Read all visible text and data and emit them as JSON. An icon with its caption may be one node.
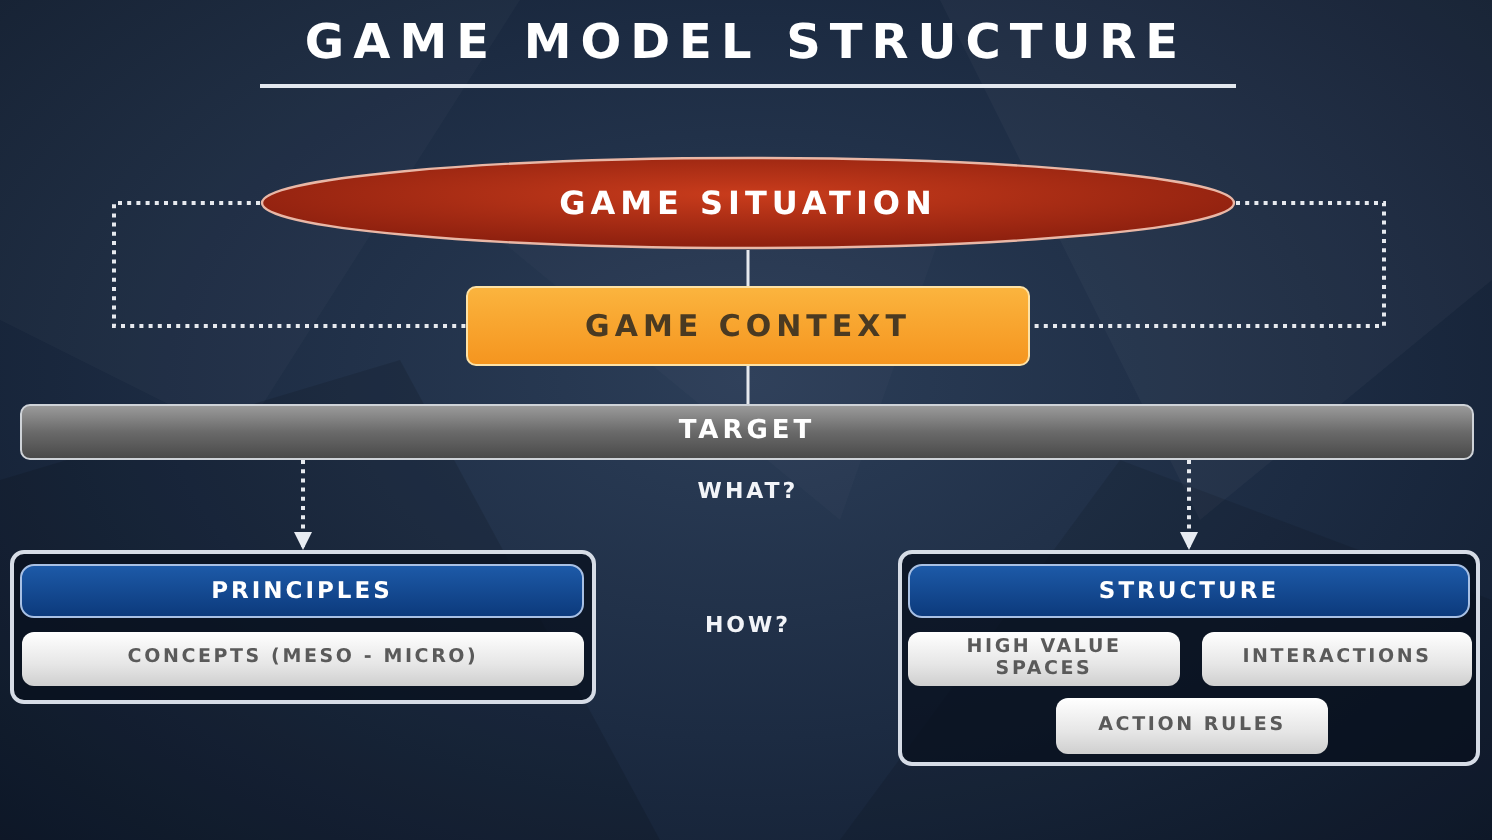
{
  "diagram": {
    "title": "GAME MODEL STRUCTURE",
    "nodes": [
      {
        "text": [
          "GAME SITUATION"
        ]
      },
      {
        "text": [
          "GAME CONTEXT"
        ]
      },
      {
        "text": [
          "TARGET"
        ]
      },
      {
        "text": [],
        "shape": "box"
      },
      {
        "text": [
          "PRINCIPLES"
        ],
        "in": 3
      },
      {
        "text": [
          "CONCEPTS (MESO - MICRO)"
        ],
        "in": 3
      },
      {
        "text": [],
        "shape": "box"
      },
      {
        "text": [
          "STRUCTURE"
        ],
        "in": 6
      },
      {
        "text": [
          "HIGH VALUE SPACES"
        ],
        "in": 6
      },
      {
        "text": [
          "INTERACTIONS"
        ],
        "in": 6
      },
      {
        "text": [
          "ACTION RULES"
        ],
        "in": 6
      }
    ],
    "edges": [
      {
        "from": 0,
        "to": 1,
        "arrow": "none"
      },
      {
        "from": 0,
        "to": 1,
        "arrow": "none",
        "style": "dashed"
      },
      {
        "from": 0,
        "to": 1,
        "arrow": "none",
        "style": "dashed"
      },
      {
        "from": 1,
        "to": 2,
        "arrow": "none"
      },
      {
        "from": 2,
        "to": 3,
        "arrow": "to",
        "style": "dashed"
      },
      {
        "from": 2,
        "to": 6,
        "arrow": "to",
        "style": "dashed"
      }
    ],
    "labels": [
      "WHAT?",
      "HOW?"
    ]
  }
}
